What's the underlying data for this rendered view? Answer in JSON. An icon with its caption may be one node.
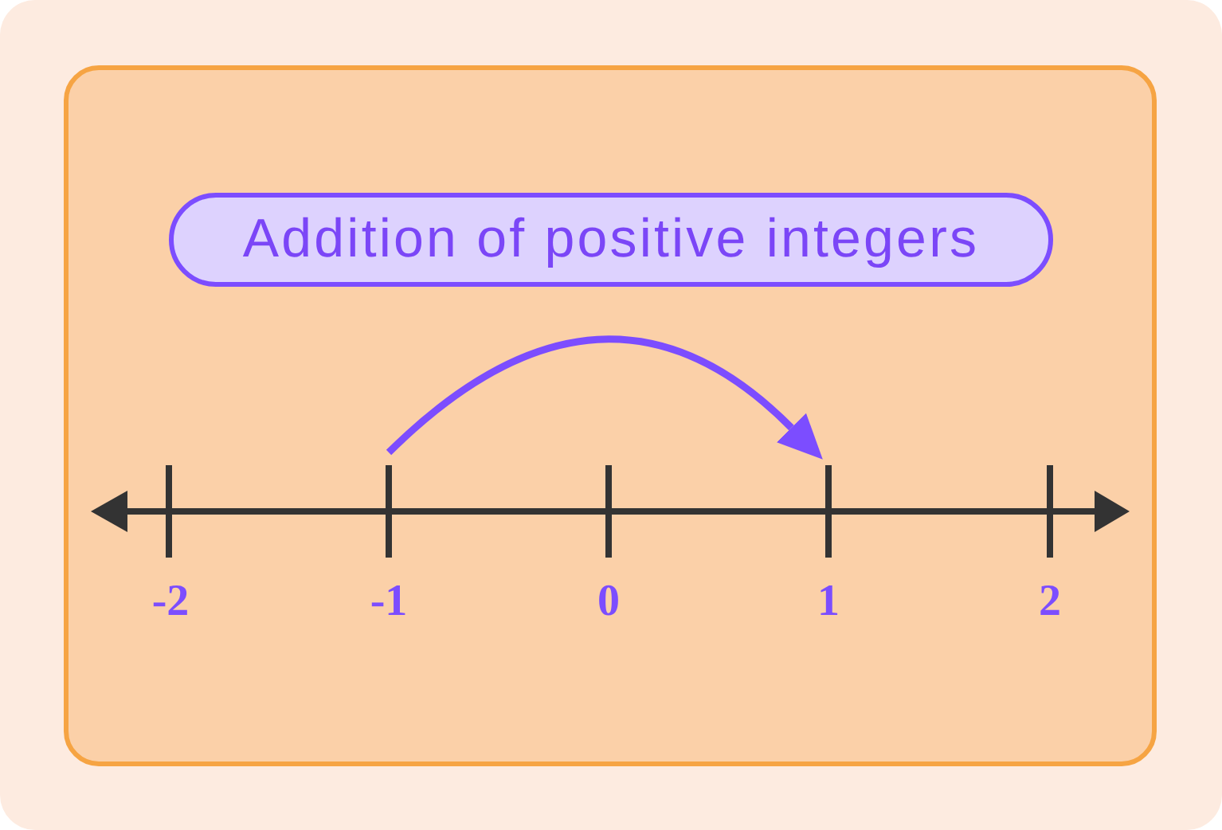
{
  "diagram": {
    "title": "Addition of positive integers",
    "nodes": [
      {
        "text": [],
        "shape": "bar",
        "beside": [
          "-2"
        ]
      },
      {
        "text": [],
        "shape": "bar",
        "beside": [
          "-1"
        ]
      },
      {
        "text": [],
        "shape": "bar",
        "beside": [
          "0"
        ]
      },
      {
        "text": [],
        "shape": "bar",
        "beside": [
          "1"
        ]
      },
      {
        "text": [],
        "shape": "bar",
        "beside": [
          "2"
        ]
      }
    ],
    "edges": [
      {
        "from": 1,
        "to": 3,
        "arrow": "to"
      }
    ]
  }
}
